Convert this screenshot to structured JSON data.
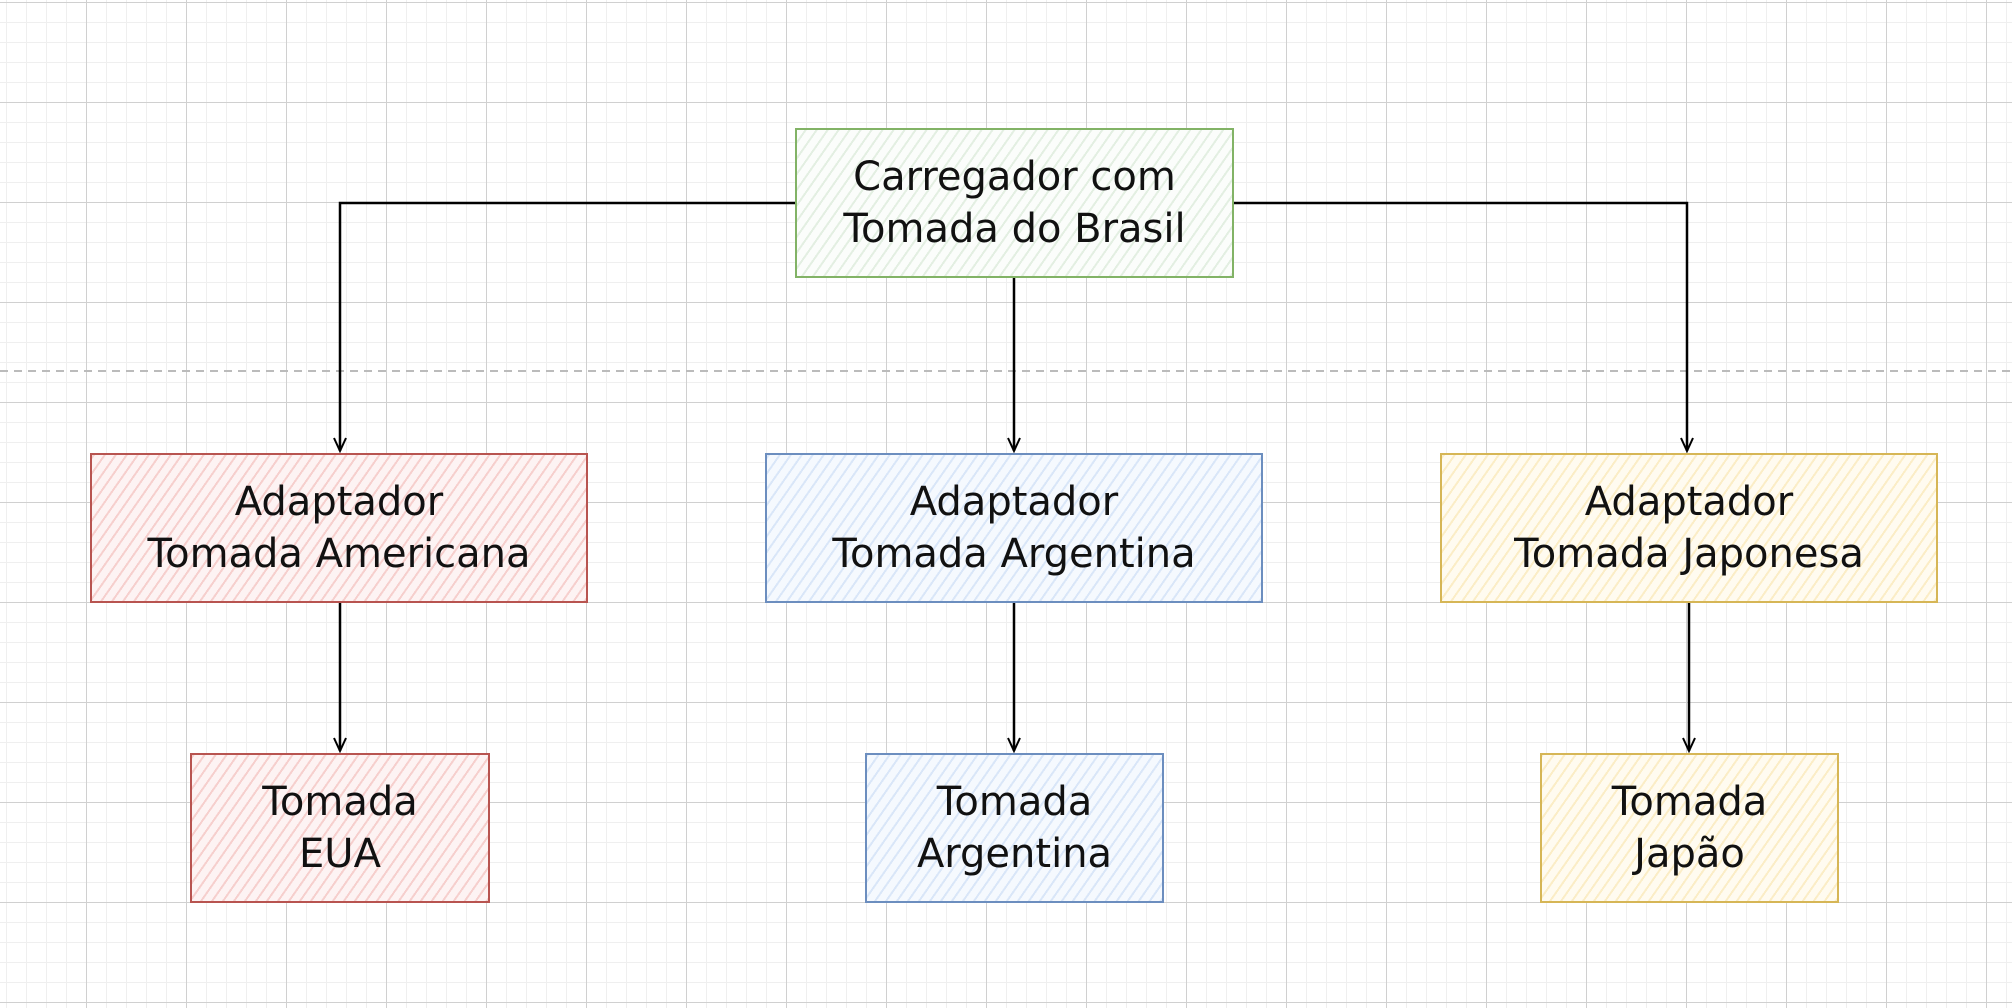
{
  "colors": {
    "green": "#82b366",
    "red": "#b85450",
    "blue": "#6c8ebf",
    "yellow": "#d6b656"
  },
  "nodes": {
    "root": "Carregador com\nTomada do Brasil",
    "adapter_us": "Adaptador\nTomada Americana",
    "adapter_ar": "Adaptador\nTomada Argentina",
    "adapter_jp": "Adaptador\nTomada Japonesa",
    "socket_us": "Tomada\nEUA",
    "socket_ar": "Tomada\nArgentina",
    "socket_jp": "Tomada\nJapão"
  }
}
